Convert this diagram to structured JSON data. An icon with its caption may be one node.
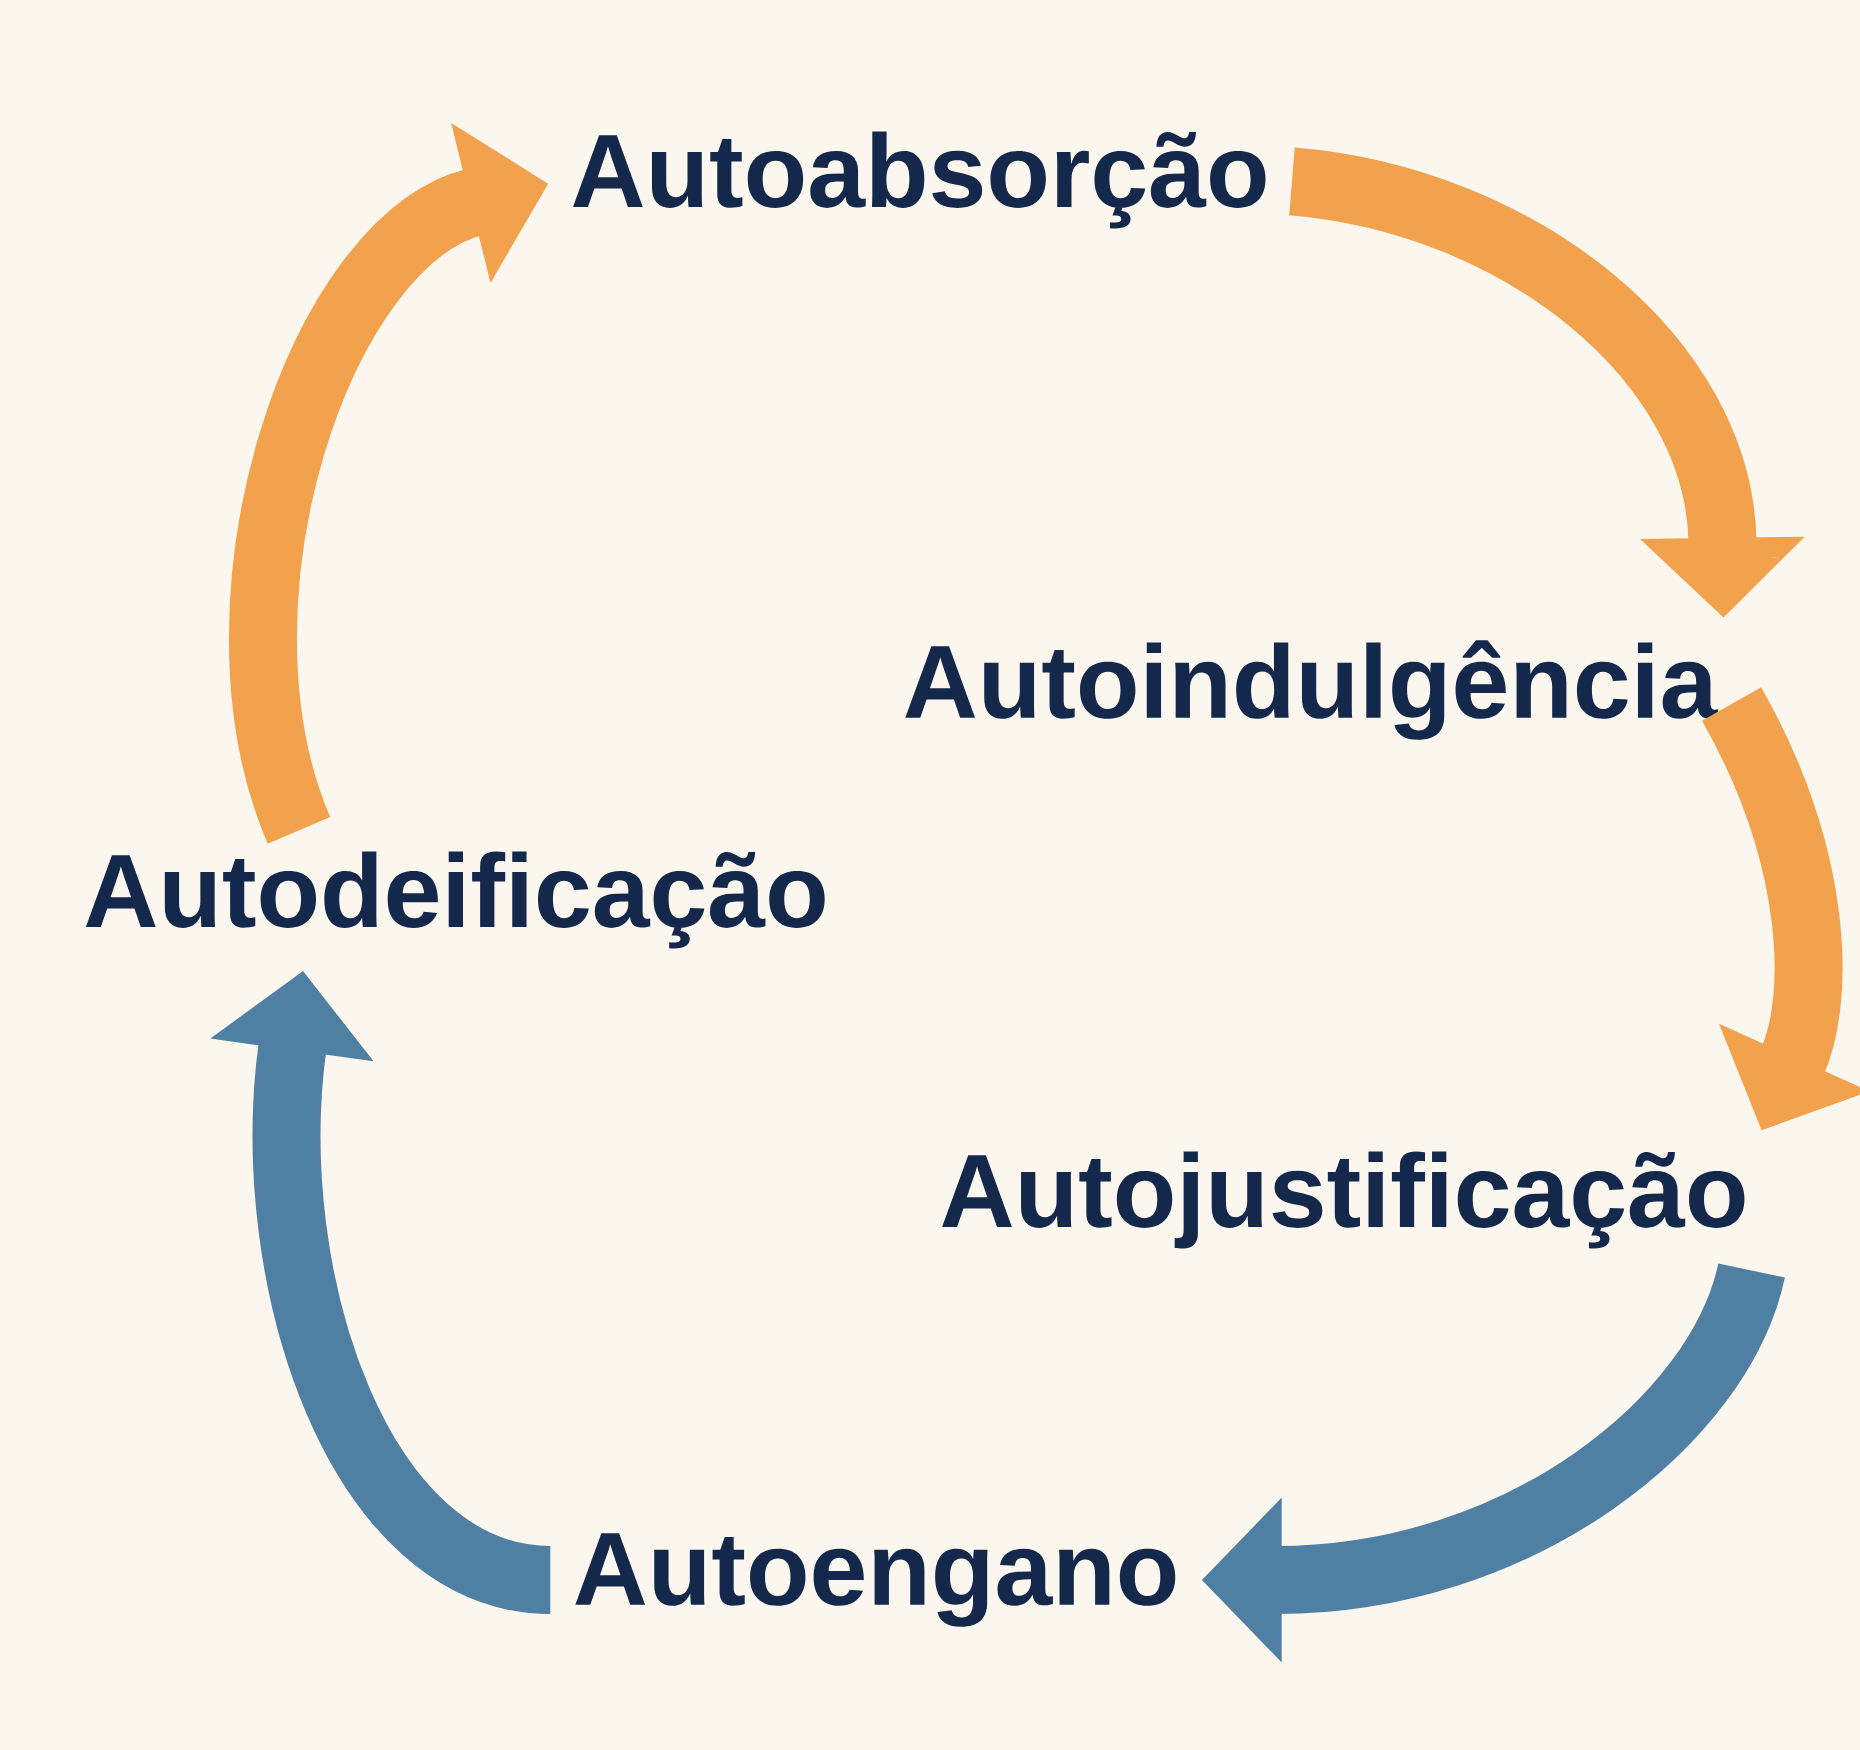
{
  "diagram": {
    "nodes": [
      {
        "text": [
          "Autoabsorção"
        ]
      },
      {
        "text": [
          "Autoindulgência"
        ]
      },
      {
        "text": [
          "Autodeificação"
        ]
      },
      {
        "text": [
          "Autojustificação"
        ]
      },
      {
        "text": [
          "Autoengano"
        ]
      }
    ],
    "edges": [
      {
        "from": 0,
        "to": 1,
        "arrow": "to"
      },
      {
        "from": 1,
        "to": 3,
        "arrow": "to"
      },
      {
        "from": 3,
        "to": 4,
        "arrow": "to",
        "color": "#4f80a3"
      },
      {
        "from": 4,
        "to": 2,
        "arrow": "to",
        "color": "#4f80a3"
      },
      {
        "from": 2,
        "to": 0,
        "arrow": "to"
      }
    ]
  }
}
